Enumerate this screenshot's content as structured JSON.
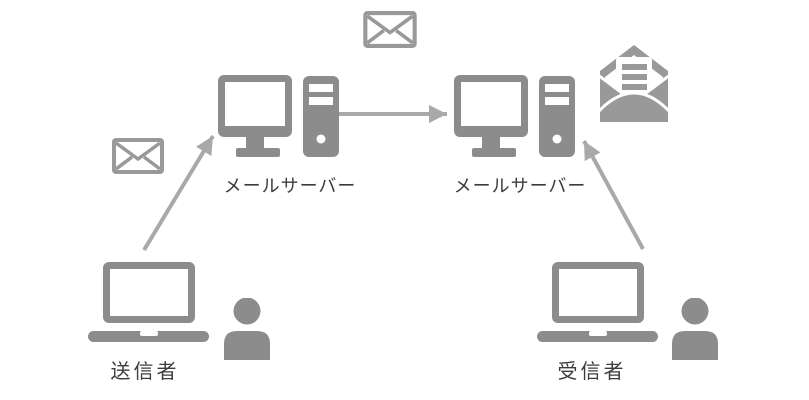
{
  "colors": {
    "device": "#8c8c8c",
    "envelope": "#999999",
    "arrow": "#a9a9a9",
    "label": "#3c3c3c",
    "background": "#ffffff"
  },
  "nodes": {
    "sender": {
      "label": "送信者",
      "icon": "laptop-and-user"
    },
    "server_left": {
      "label": "メールサーバー",
      "icon": "desktop-computer-with-tower"
    },
    "server_right": {
      "label": "メールサーバー",
      "icon": "desktop-computer-with-tower"
    },
    "receiver": {
      "label": "受信者",
      "icon": "laptop-and-user"
    }
  },
  "envelopes": [
    {
      "name": "closed-envelope-sender-to-server",
      "type": "closed-envelope"
    },
    {
      "name": "closed-envelope-server-to-server",
      "type": "closed-envelope"
    },
    {
      "name": "open-envelope-with-letter-at-receiver",
      "type": "open-envelope-with-letter"
    }
  ],
  "arrows": [
    {
      "from": "sender",
      "to": "server_left"
    },
    {
      "from": "server_left",
      "to": "server_right"
    },
    {
      "from": "receiver",
      "to": "server_right"
    }
  ]
}
